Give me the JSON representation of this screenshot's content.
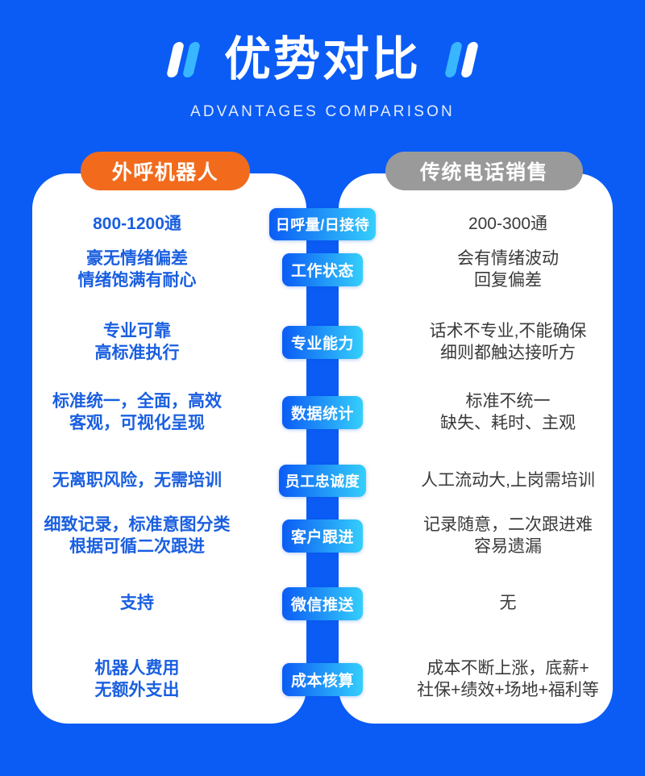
{
  "header": {
    "title": "优势对比",
    "subtitle": "ADVANTAGES COMPARISON",
    "quote_left_icon": "quote-open-icon",
    "quote_right_icon": "quote-close-icon"
  },
  "columns": {
    "left_label": "外呼机器人",
    "right_label": "传统电话销售"
  },
  "colors": {
    "page_background": "#0b5cf5",
    "card_background": "#ffffff",
    "left_pill": "#f26b1d",
    "right_pill": "#9a9a9a",
    "left_text": "#1a5fe0",
    "right_text": "#3a3a3a",
    "spine": "#0b5cf5",
    "mid_pill_gradient_start": "#0b5cf5",
    "mid_pill_gradient_end": "#34cffb",
    "quote_white": "#ffffff",
    "quote_cyan": "#38b6ff"
  },
  "rows": [
    {
      "category": "日呼量/日接待",
      "left_line1": "800-1200通",
      "left_line2": "",
      "right_line1": "200-300通",
      "right_line2": ""
    },
    {
      "category": "工作状态",
      "left_line1": "豪无情绪偏差",
      "left_line2": "情绪饱满有耐心",
      "right_line1": "会有情绪波动",
      "right_line2": "回复偏差"
    },
    {
      "category": "专业能力",
      "left_line1": "专业可靠",
      "left_line2": "高标准执行",
      "right_line1": "话术不专业,不能确保",
      "right_line2": "细则都触达接听方"
    },
    {
      "category": "数据统计",
      "left_line1": "标准统一，全面，高效",
      "left_line2": "客观，可视化呈现",
      "right_line1": "标准不统一",
      "right_line2": "缺失、耗时、主观"
    },
    {
      "category": "员工忠诚度",
      "left_line1": "无离职风险，无需培训",
      "left_line2": "",
      "right_line1": "人工流动大,上岗需培训",
      "right_line2": ""
    },
    {
      "category": "客户跟进",
      "left_line1": "细致记录，标准意图分类",
      "left_line2": "根据可循二次跟进",
      "right_line1": "记录随意，二次跟进难",
      "right_line2": "容易遗漏"
    },
    {
      "category": "微信推送",
      "left_line1": "支持",
      "left_line2": "",
      "right_line1": "无",
      "right_line2": ""
    },
    {
      "category": "成本核算",
      "left_line1": "机器人费用",
      "left_line2": "无额外支出",
      "right_line1": "成本不断上涨，底薪+",
      "right_line2": "社保+绩效+场地+福利等"
    }
  ]
}
